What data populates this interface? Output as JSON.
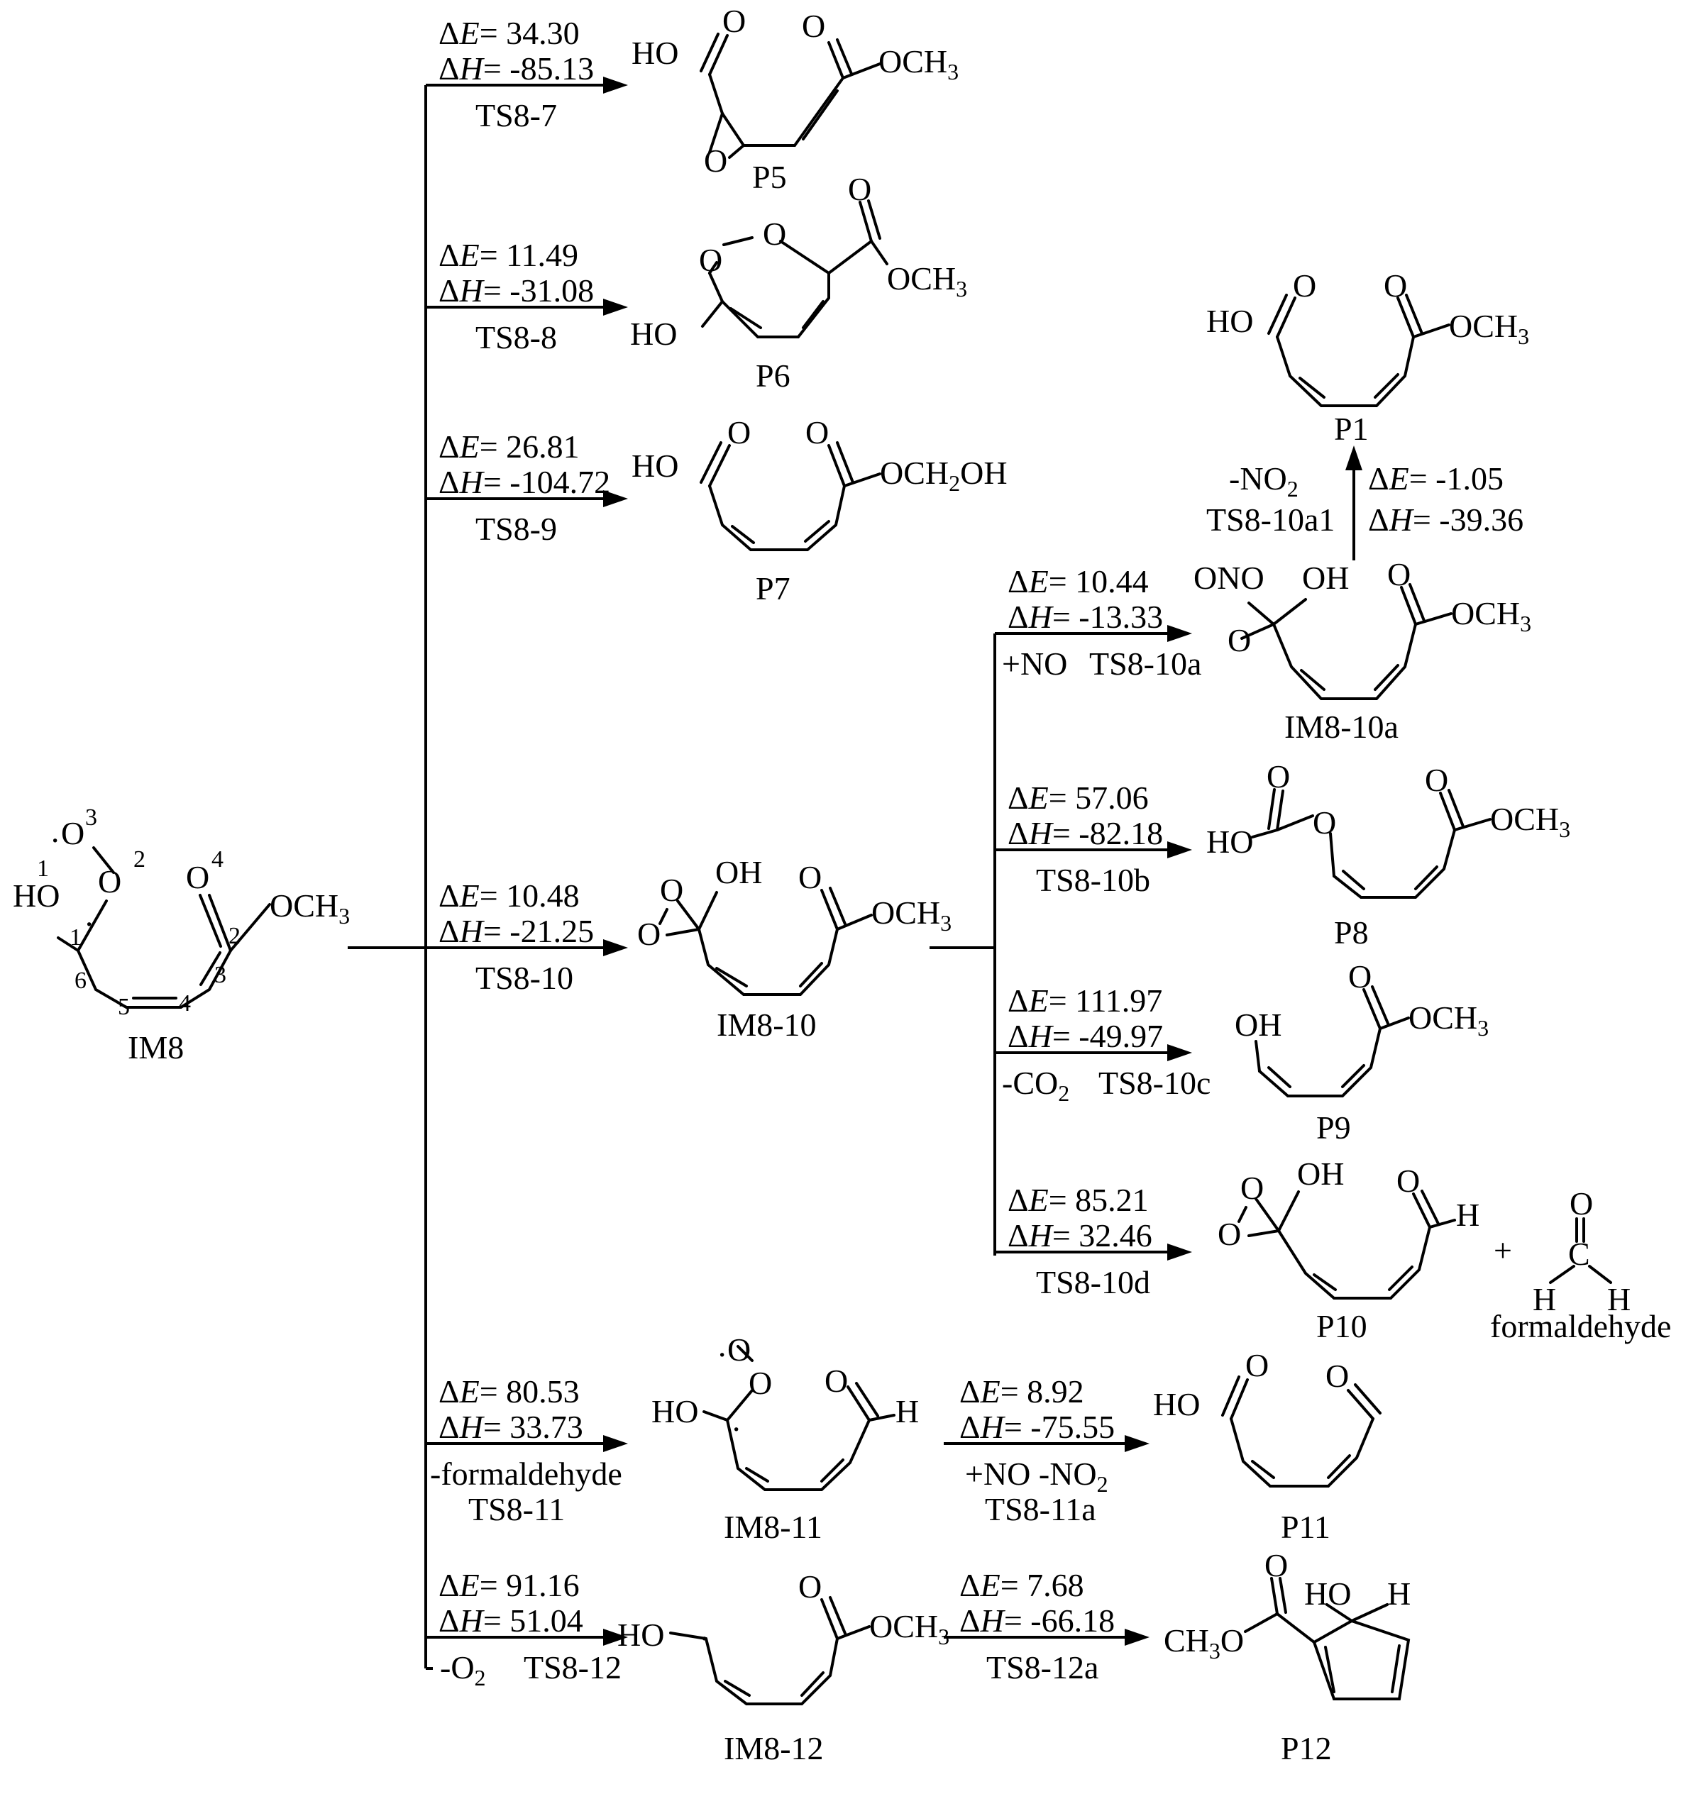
{
  "compounds": {
    "IM8": "IM8",
    "IM8-10": "IM8-10",
    "IM8-10a": "IM8-10a",
    "IM8-11": "IM8-11",
    "IM8-12": "IM8-12",
    "P1": "P1",
    "P5": "P5",
    "P6": "P6",
    "P7": "P7",
    "P8": "P8",
    "P9": "P9",
    "P10": "P10",
    "P11": "P11",
    "P12": "P12",
    "formaldehyde": "formaldehyde"
  },
  "atom_numbers": [
    "1",
    "2",
    "3",
    "4",
    "5",
    "6"
  ],
  "groups": {
    "HO": "HO",
    "OH": "OH",
    "O": "O",
    "H": "H",
    "C": "C",
    "OCH3": "OCH",
    "sub3": "3",
    "sub2": "2",
    "OCH2OH_a": "OCH",
    "OCH2OH_b": "OH",
    "ONO": "ONO",
    "CH3O": "CH",
    "CH3O_b": "O",
    "plus": "+"
  },
  "reactions": [
    {
      "id": "ts8-7",
      "dE": "34.30",
      "dH": "-85.13",
      "ts": "TS8-7"
    },
    {
      "id": "ts8-8",
      "dE": "11.49",
      "dH": "-31.08",
      "ts": "TS8-8"
    },
    {
      "id": "ts8-9",
      "dE": "26.81",
      "dH": "-104.72",
      "ts": "TS8-9"
    },
    {
      "id": "ts8-10",
      "dE": "10.48",
      "dH": "-21.25",
      "ts": "TS8-10"
    },
    {
      "id": "ts8-10a",
      "dE": "10.44",
      "dH": "-13.33",
      "ts": "TS8-10a",
      "extra": "+NO"
    },
    {
      "id": "ts8-10a1",
      "dE": "-1.05",
      "dH": "-39.36",
      "ts": "TS8-10a1",
      "extra": "-NO"
    },
    {
      "id": "ts8-10b",
      "dE": "57.06",
      "dH": "-82.18",
      "ts": "TS8-10b"
    },
    {
      "id": "ts8-10c",
      "dE": "111.97",
      "dH": "-49.97",
      "ts": "TS8-10c",
      "extra": "-CO"
    },
    {
      "id": "ts8-10d",
      "dE": "85.21",
      "dH": "32.46",
      "ts": "TS8-10d"
    },
    {
      "id": "ts8-11",
      "dE": "80.53",
      "dH": "33.73",
      "ts": "TS8-11",
      "extra": "-formaldehyde"
    },
    {
      "id": "ts8-11a",
      "dE": "8.92",
      "dH": "-75.55",
      "ts": "TS8-11a",
      "extra": "+NO   -NO"
    },
    {
      "id": "ts8-12",
      "dE": "91.16",
      "dH": "51.04",
      "ts": "TS8-12",
      "extra": "-O"
    },
    {
      "id": "ts8-12a",
      "dE": "7.68",
      "dH": "-66.18",
      "ts": "TS8-12a"
    }
  ],
  "symbols": {
    "delta": "Δ",
    "E": "E",
    "H": "H",
    "eq": "= "
  }
}
